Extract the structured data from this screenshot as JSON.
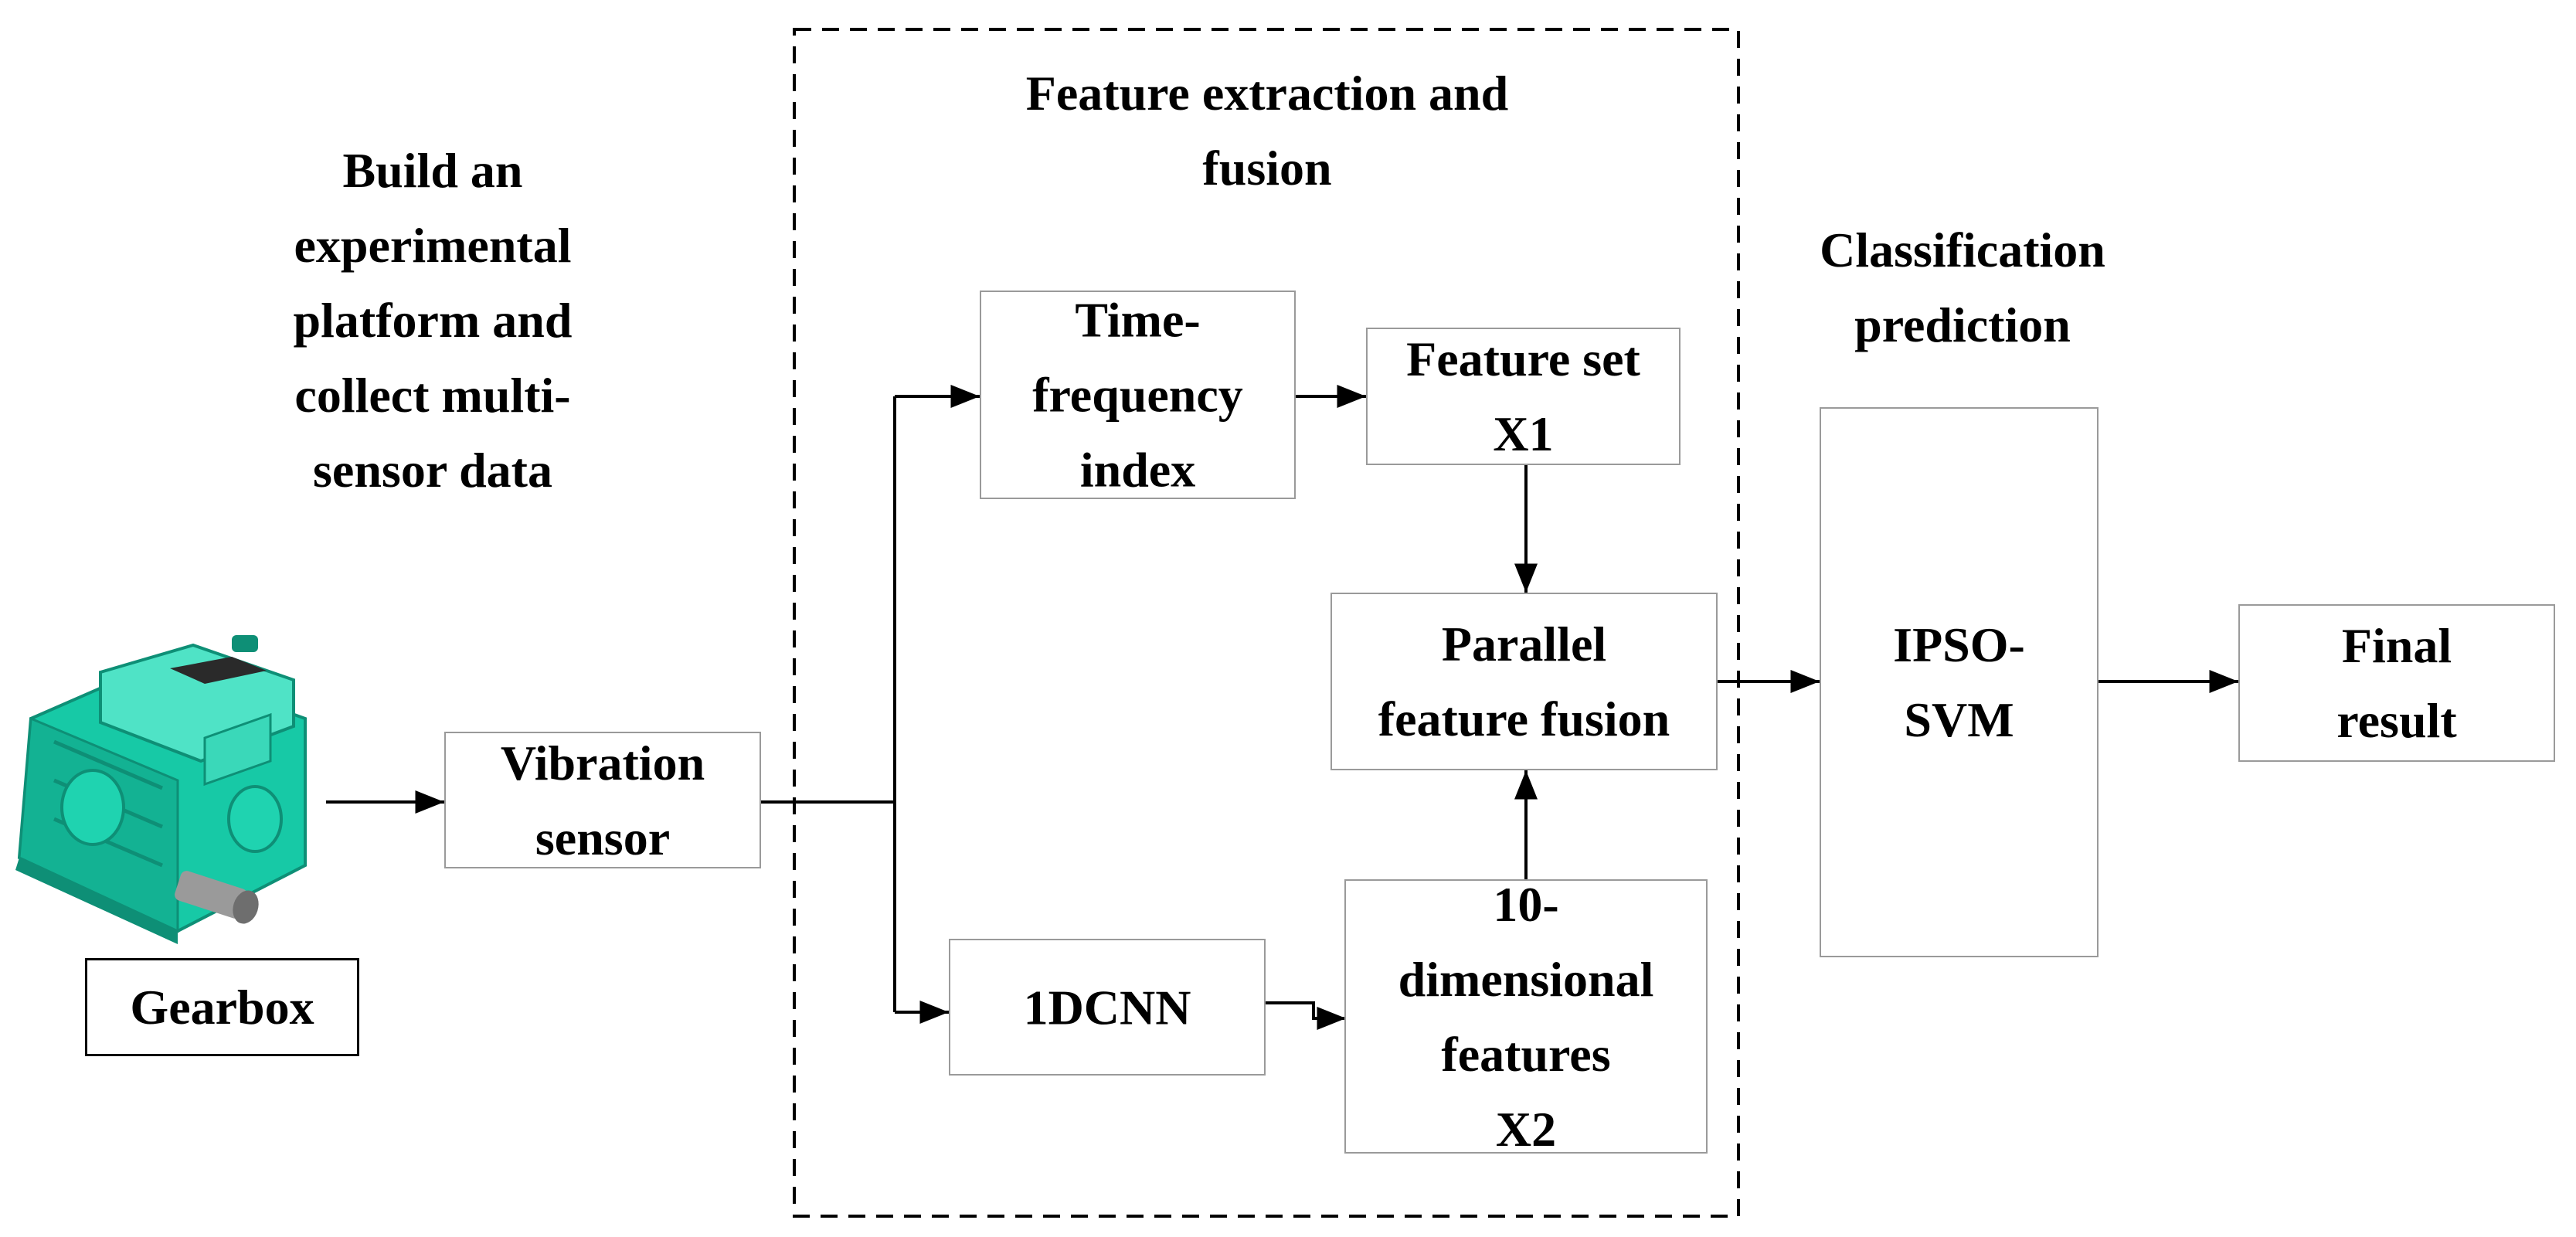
{
  "colors": {
    "line": "#000000",
    "box_border": "#9a9a9a",
    "gearbox_body": "#17c9a6",
    "gearbox_shadow": "#0e8f76",
    "gearbox_highlight": "#4fe3c6",
    "shaft": "#8c8c8c"
  },
  "stages": {
    "acquisition": "Build an\nexperimental\nplatform and\ncollect multi-\nsensor data",
    "extraction": "Feature extraction and\nfusion",
    "classification": "Classification\nprediction"
  },
  "nodes": {
    "gearbox_image_icon": "gearbox-icon",
    "gearbox": "Gearbox",
    "vibration_sensor": "Vibration\nsensor",
    "time_frequency_index": "Time-\nfrequency\nindex",
    "feature_set_x1": "Feature set\nX1",
    "parallel_feature_fusion": "Parallel\nfeature fusion",
    "cnn": "1DCNN",
    "features_x2": "10-\ndimensional\nfeatures\nX2",
    "ipso_svm": "IPSO-\nSVM",
    "final_result": "Final\nresult"
  }
}
